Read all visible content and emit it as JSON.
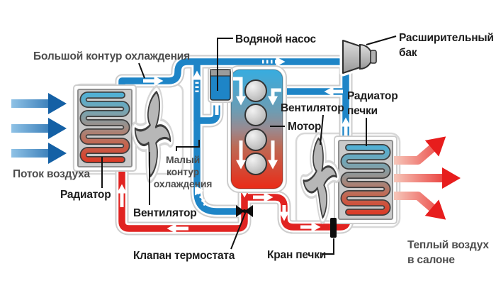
{
  "labels": {
    "big_circuit": "Большой контур охлаждения",
    "water_pump": "Водяной насос",
    "expansion_tank_1": "Расширительный",
    "expansion_tank_2": "бак",
    "heater_radiator_1": "Радиатор",
    "heater_radiator_2": "печки",
    "fan_right": "Вентилятор",
    "engine": "Мотор",
    "small_circuit_1": "Малый",
    "small_circuit_2": "контур",
    "small_circuit_3": "охлаждения",
    "air_flow": "Поток воздуха",
    "radiator": "Радиатор",
    "fan_left": "Вентилятор",
    "thermostat_valve": "Клапан термостата",
    "heater_valve": "Кран печки",
    "warm_air_1": "Теплый воздух",
    "warm_air_2": "в салоне"
  },
  "colors": {
    "coolant_cold": "#1e85c7",
    "coolant_hot": "#e12321",
    "cold_air": "#1460a5",
    "warm_air": "#e71d1d",
    "engine_top": "#38acdf",
    "engine_bottom": "#e92c18",
    "metal_gray": "#b7b7b7",
    "label_dark": "#1c1c1c",
    "label_gray": "#4d4d4d",
    "background": "#ffffff"
  }
}
